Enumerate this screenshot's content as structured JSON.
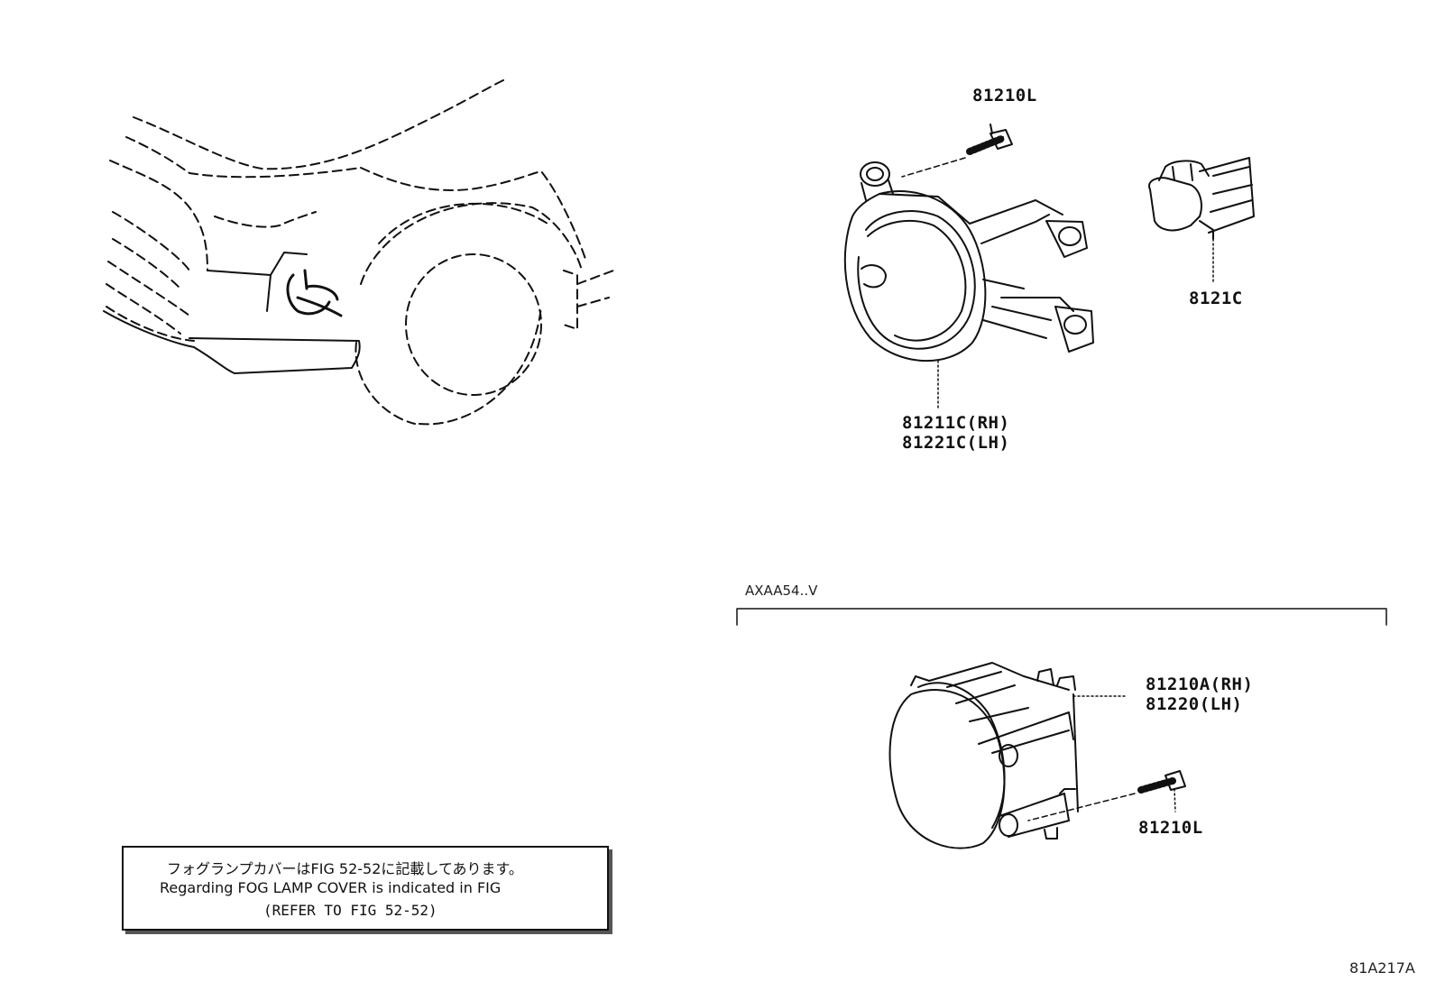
{
  "callouts": {
    "bolt_top": "81210L",
    "bulb": "8121C",
    "lamp_top_rh": "81211C(RH)",
    "lamp_top_lh": "81221C(LH)",
    "lamp_bottom_rh": "81210A(RH)",
    "lamp_bottom_lh": "81220(LH)",
    "bolt_bottom": "81210L"
  },
  "variant_label": "AXAA54..V",
  "note": {
    "line_jp": "フォグランプカバーはFIG 52-52に記載してあります。",
    "line_en": "Regarding FOG LAMP COVER is indicated in FIG",
    "line_ref": "(REFER TO FIG 52-52)"
  },
  "figure_code": "81A217A"
}
